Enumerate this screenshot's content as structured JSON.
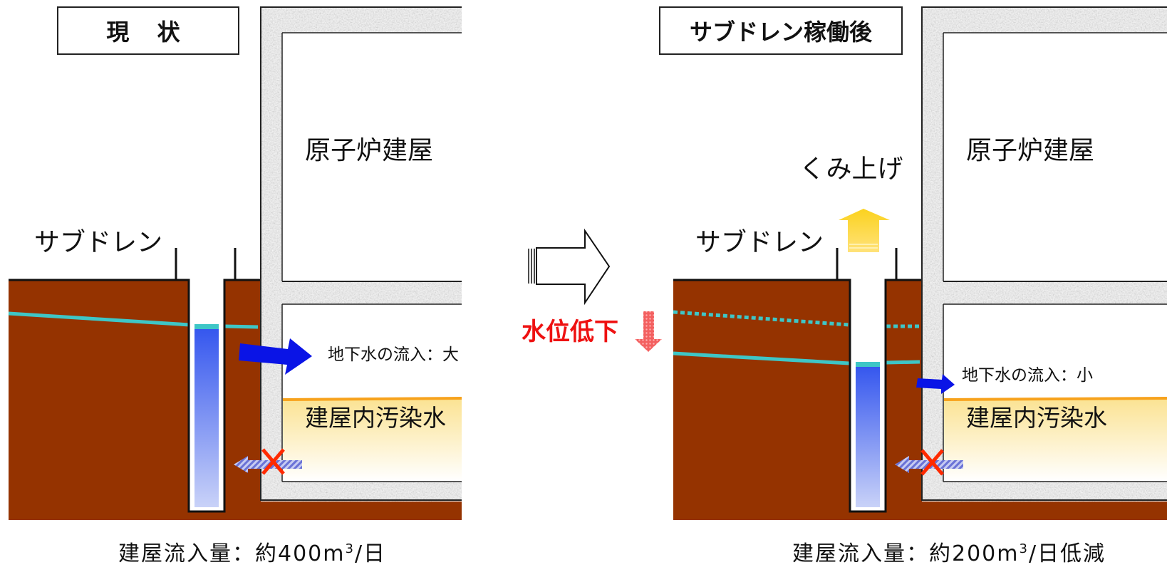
{
  "left_panel": {
    "title": "現 状",
    "building_label": "原子炉建屋",
    "subdrain_label": "サブドレン",
    "inflow_label": "地下水の流入：大",
    "contaminated_label": "建屋内汚染水",
    "caption_prefix": "建屋流入量：約400m",
    "caption_sup": "3",
    "caption_suffix": "/日"
  },
  "right_panel": {
    "title": "サブドレン稼働後",
    "building_label": "原子炉建屋",
    "subdrain_label": "サブドレン",
    "pump_label": "くみ上げ",
    "inflow_label": "地下水の流入：小",
    "contaminated_label": "建屋内汚染水",
    "caption_prefix": "建屋流入量：約200m",
    "caption_sup": "3",
    "caption_suffix": "/日低減"
  },
  "center": {
    "water_level_label": "水位低下"
  },
  "colors": {
    "soil": "#953300",
    "water_line": "#3ec6c6",
    "well_water_top": "#3355ee",
    "well_water_bottom": "#c9d2f8",
    "inflow_arrow": "#0a14e6",
    "contaminated_top": "#fbe394",
    "contaminated_bottom": "#ffffff",
    "contaminated_surface": "#f7a21c",
    "pump_arrow": "#fbd21e",
    "down_arrow": "#f23a3a",
    "cross_mark": "#ff2a00",
    "concrete": "#b9b9b9"
  }
}
